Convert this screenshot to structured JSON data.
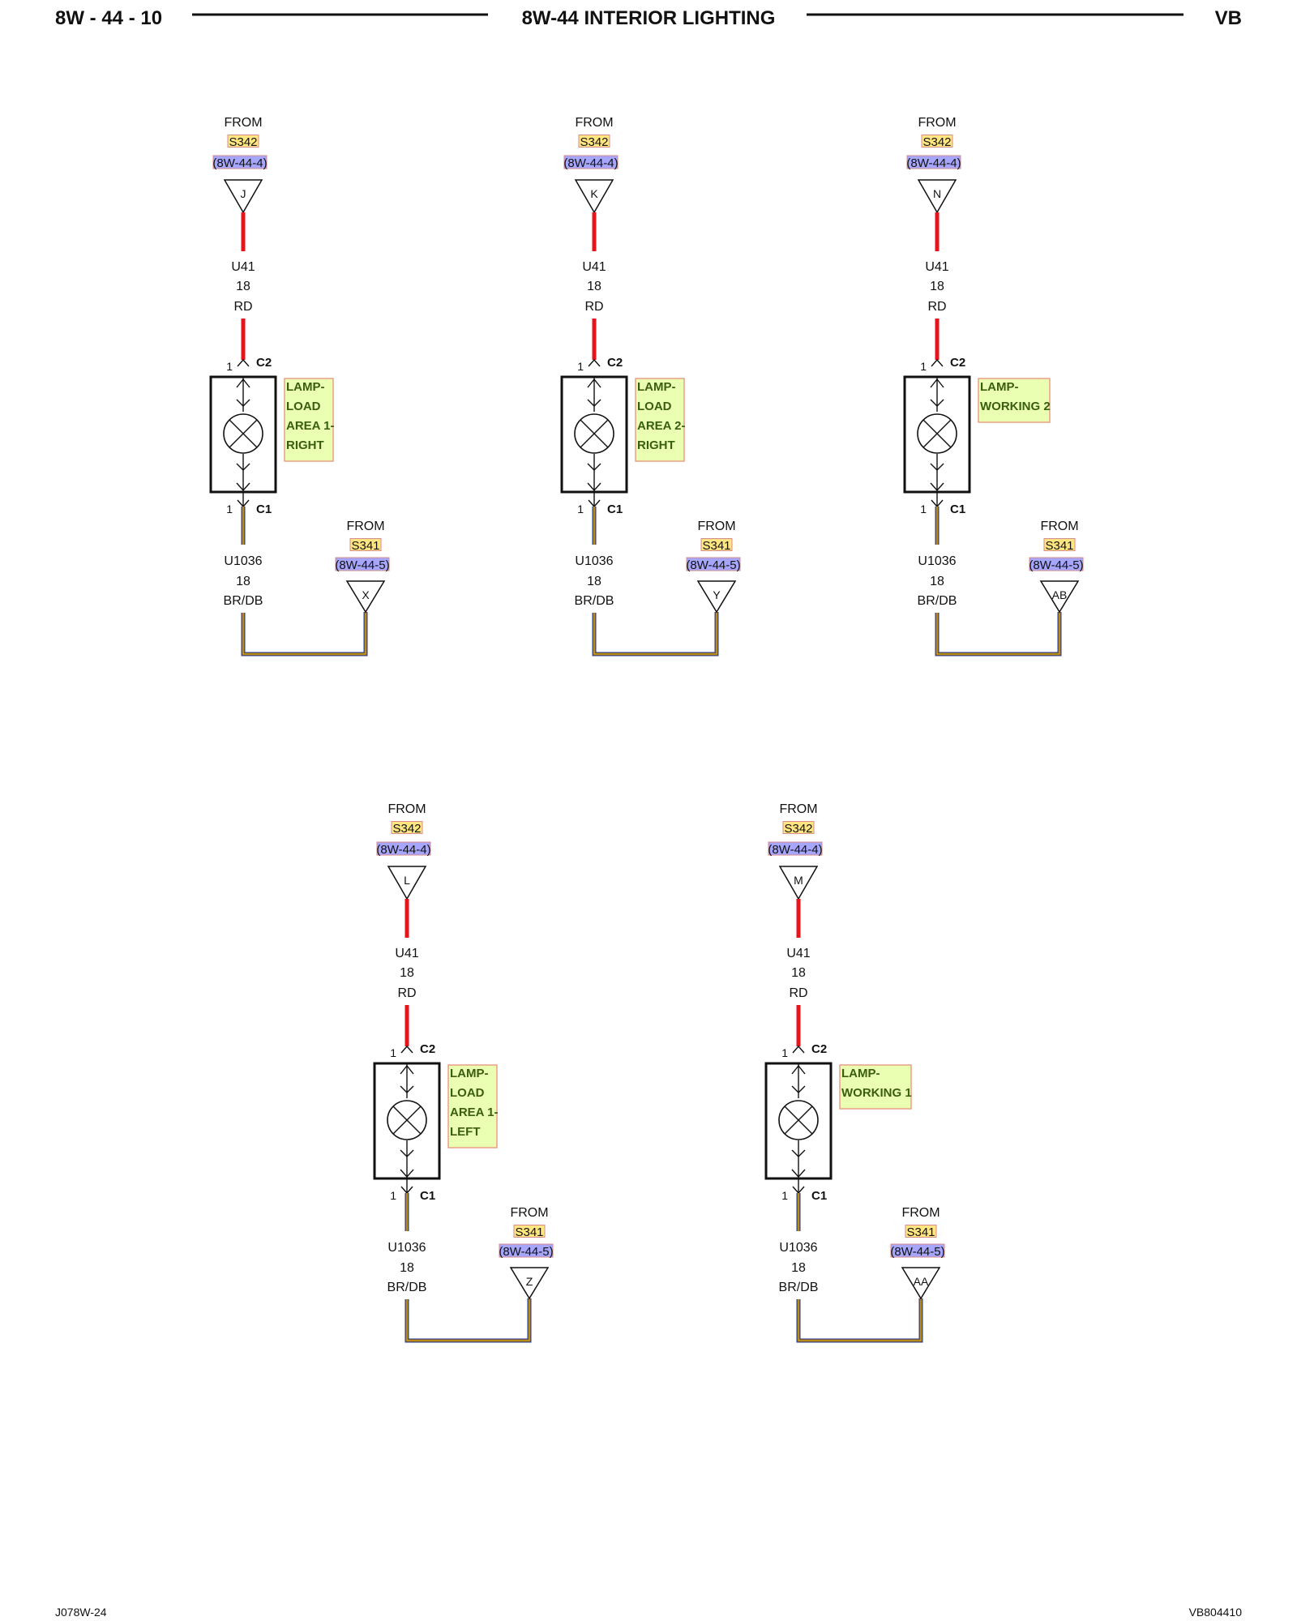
{
  "header": {
    "page_number": "8W - 44 - 10",
    "title": "8W-44 INTERIOR LIGHTING",
    "model_code": "VB"
  },
  "footer": {
    "left_code": "J078W-24",
    "right_code": "VB804410"
  },
  "colors": {
    "red_wire": "#e8141b",
    "brown_wire": "#8b5a2b",
    "blue_wire": "#1f3fa0",
    "yellow_wire": "#e6c000",
    "splice_highlight": "#ffe680",
    "page_highlight": "#a6a6ff",
    "component_name_bg": "#ebffb3",
    "component_name_border": "#e89a80"
  },
  "lamps": [
    {
      "id": "load-area-1-right",
      "top_from": "FROM",
      "top_splice": "S342",
      "top_page_ref": "(8W-44-4)",
      "top_terminal": "J",
      "top_circuit": "U41",
      "top_gauge": "18",
      "top_color": "RD",
      "c2_pin": "1",
      "c2_label": "C2",
      "name_lines": [
        "LAMP-",
        "LOAD",
        "AREA 1-",
        "RIGHT"
      ],
      "c1_pin": "1",
      "c1_label": "C1",
      "bottom_circuit": "U1036",
      "bottom_gauge": "18",
      "bottom_color": "BR/DB",
      "ground_from": "FROM",
      "ground_splice": "S341",
      "ground_page_ref": "(8W-44-5)",
      "ground_terminal": "X"
    },
    {
      "id": "load-area-2-right",
      "top_from": "FROM",
      "top_splice": "S342",
      "top_page_ref": "(8W-44-4)",
      "top_terminal": "K",
      "top_circuit": "U41",
      "top_gauge": "18",
      "top_color": "RD",
      "c2_pin": "1",
      "c2_label": "C2",
      "name_lines": [
        "LAMP-",
        "LOAD",
        "AREA 2-",
        "RIGHT"
      ],
      "c1_pin": "1",
      "c1_label": "C1",
      "bottom_circuit": "U1036",
      "bottom_gauge": "18",
      "bottom_color": "BR/DB",
      "ground_from": "FROM",
      "ground_splice": "S341",
      "ground_page_ref": "(8W-44-5)",
      "ground_terminal": "Y"
    },
    {
      "id": "working-2",
      "top_from": "FROM",
      "top_splice": "S342",
      "top_page_ref": "(8W-44-4)",
      "top_terminal": "N",
      "top_circuit": "U41",
      "top_gauge": "18",
      "top_color": "RD",
      "c2_pin": "1",
      "c2_label": "C2",
      "name_lines": [
        "LAMP-",
        "WORKING 2"
      ],
      "c1_pin": "1",
      "c1_label": "C1",
      "bottom_circuit": "U1036",
      "bottom_gauge": "18",
      "bottom_color": "BR/DB",
      "ground_from": "FROM",
      "ground_splice": "S341",
      "ground_page_ref": "(8W-44-5)",
      "ground_terminal": "AB"
    },
    {
      "id": "load-area-1-left",
      "top_from": "FROM",
      "top_splice": "S342",
      "top_page_ref": "(8W-44-4)",
      "top_terminal": "L",
      "top_circuit": "U41",
      "top_gauge": "18",
      "top_color": "RD",
      "c2_pin": "1",
      "c2_label": "C2",
      "name_lines": [
        "LAMP-",
        "LOAD",
        "AREA 1-",
        "LEFT"
      ],
      "c1_pin": "1",
      "c1_label": "C1",
      "bottom_circuit": "U1036",
      "bottom_gauge": "18",
      "bottom_color": "BR/DB",
      "ground_from": "FROM",
      "ground_splice": "S341",
      "ground_page_ref": "(8W-44-5)",
      "ground_terminal": "Z"
    },
    {
      "id": "working-1",
      "top_from": "FROM",
      "top_splice": "S342",
      "top_page_ref": "(8W-44-4)",
      "top_terminal": "M",
      "top_circuit": "U41",
      "top_gauge": "18",
      "top_color": "RD",
      "c2_pin": "1",
      "c2_label": "C2",
      "name_lines": [
        "LAMP-",
        "WORKING 1"
      ],
      "c1_pin": "1",
      "c1_label": "C1",
      "bottom_circuit": "U1036",
      "bottom_gauge": "18",
      "bottom_color": "BR/DB",
      "ground_from": "FROM",
      "ground_splice": "S341",
      "ground_page_ref": "(8W-44-5)",
      "ground_terminal": "AA"
    }
  ]
}
